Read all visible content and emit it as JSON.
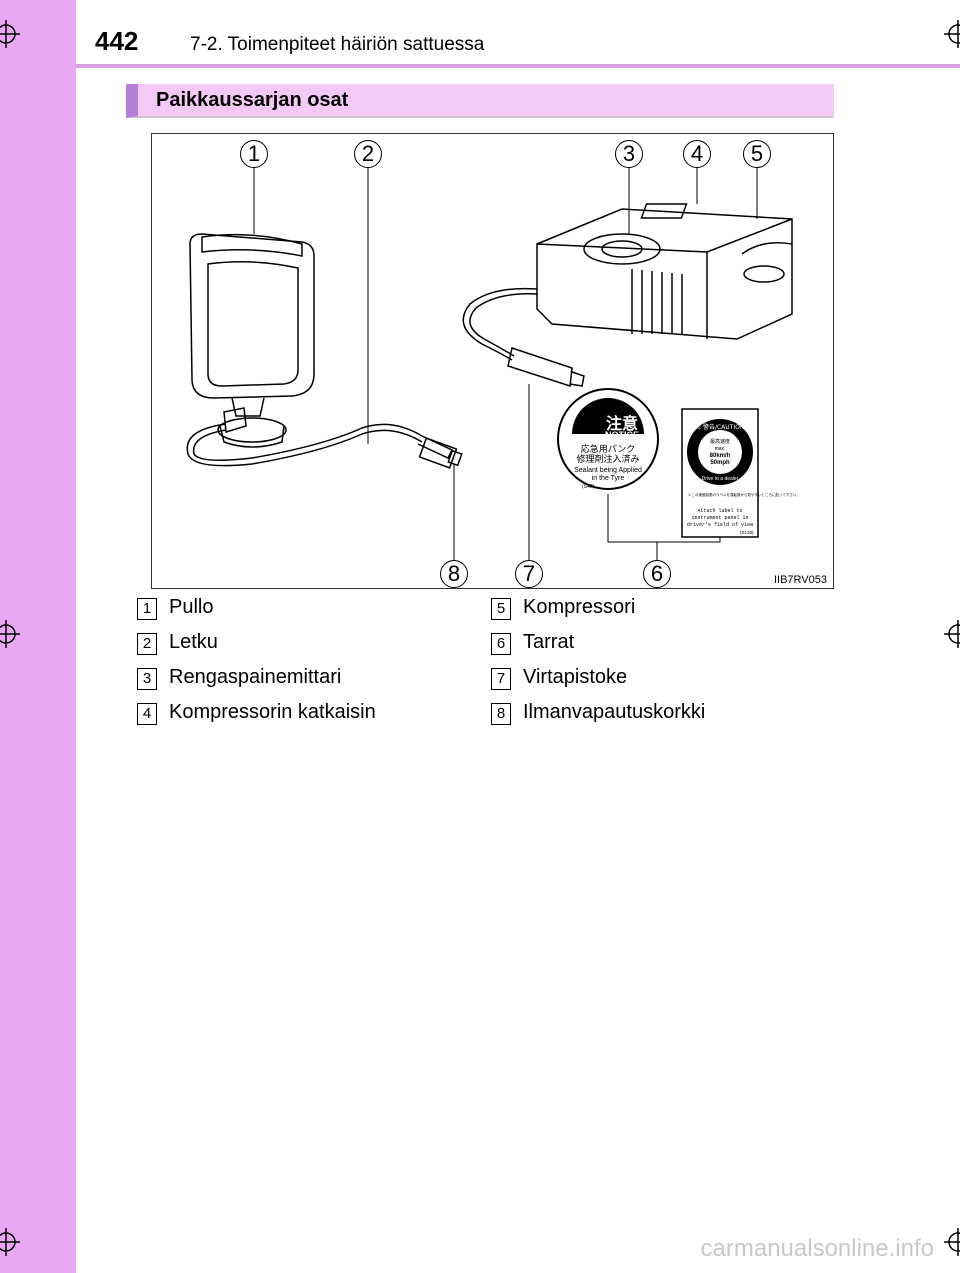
{
  "header": {
    "page_number": "442",
    "chapter": "7-2. Toimenpiteet häiriön sattuessa"
  },
  "section": {
    "title": "Paikkaussarjan osat"
  },
  "figure": {
    "code": "IIB7RV053",
    "callouts": [
      "1",
      "2",
      "3",
      "4",
      "5",
      "6",
      "7",
      "8"
    ],
    "sticker_notice": {
      "kanji": "注意",
      "notice": "NOTICE",
      "jp_line1": "応急用パンク",
      "jp_line2": "修理剤注入済み",
      "en_line1": "Sealant being Applied",
      "en_line2": "in the Tyre",
      "code": "(S40)"
    },
    "sticker_caution": {
      "header": "⚠ 警告/CAUTION",
      "speed_jp": "最高速度",
      "max": "max.",
      "kmh": "80km/h",
      "mph": "50mph",
      "arc_text": "Drive to a dealer",
      "note_jp": "＊この速度制限のラベルを運転席から見やすいところに貼って下さい。",
      "note_en1": "Attach label to",
      "note_en2": "instrument panel in",
      "note_en3": "driver's field of view",
      "code": "(S139)"
    }
  },
  "legend": [
    {
      "num": "1",
      "label": "Pullo"
    },
    {
      "num": "2",
      "label": "Letku"
    },
    {
      "num": "3",
      "label": "Rengaspainemittari"
    },
    {
      "num": "4",
      "label": "Kompressorin katkaisin"
    },
    {
      "num": "5",
      "label": "Kompressori"
    },
    {
      "num": "6",
      "label": "Tarrat"
    },
    {
      "num": "7",
      "label": "Virtapistoke"
    },
    {
      "num": "8",
      "label": "Ilmanvapautuskorkki"
    }
  ],
  "watermark": "carmanualsonline.info"
}
